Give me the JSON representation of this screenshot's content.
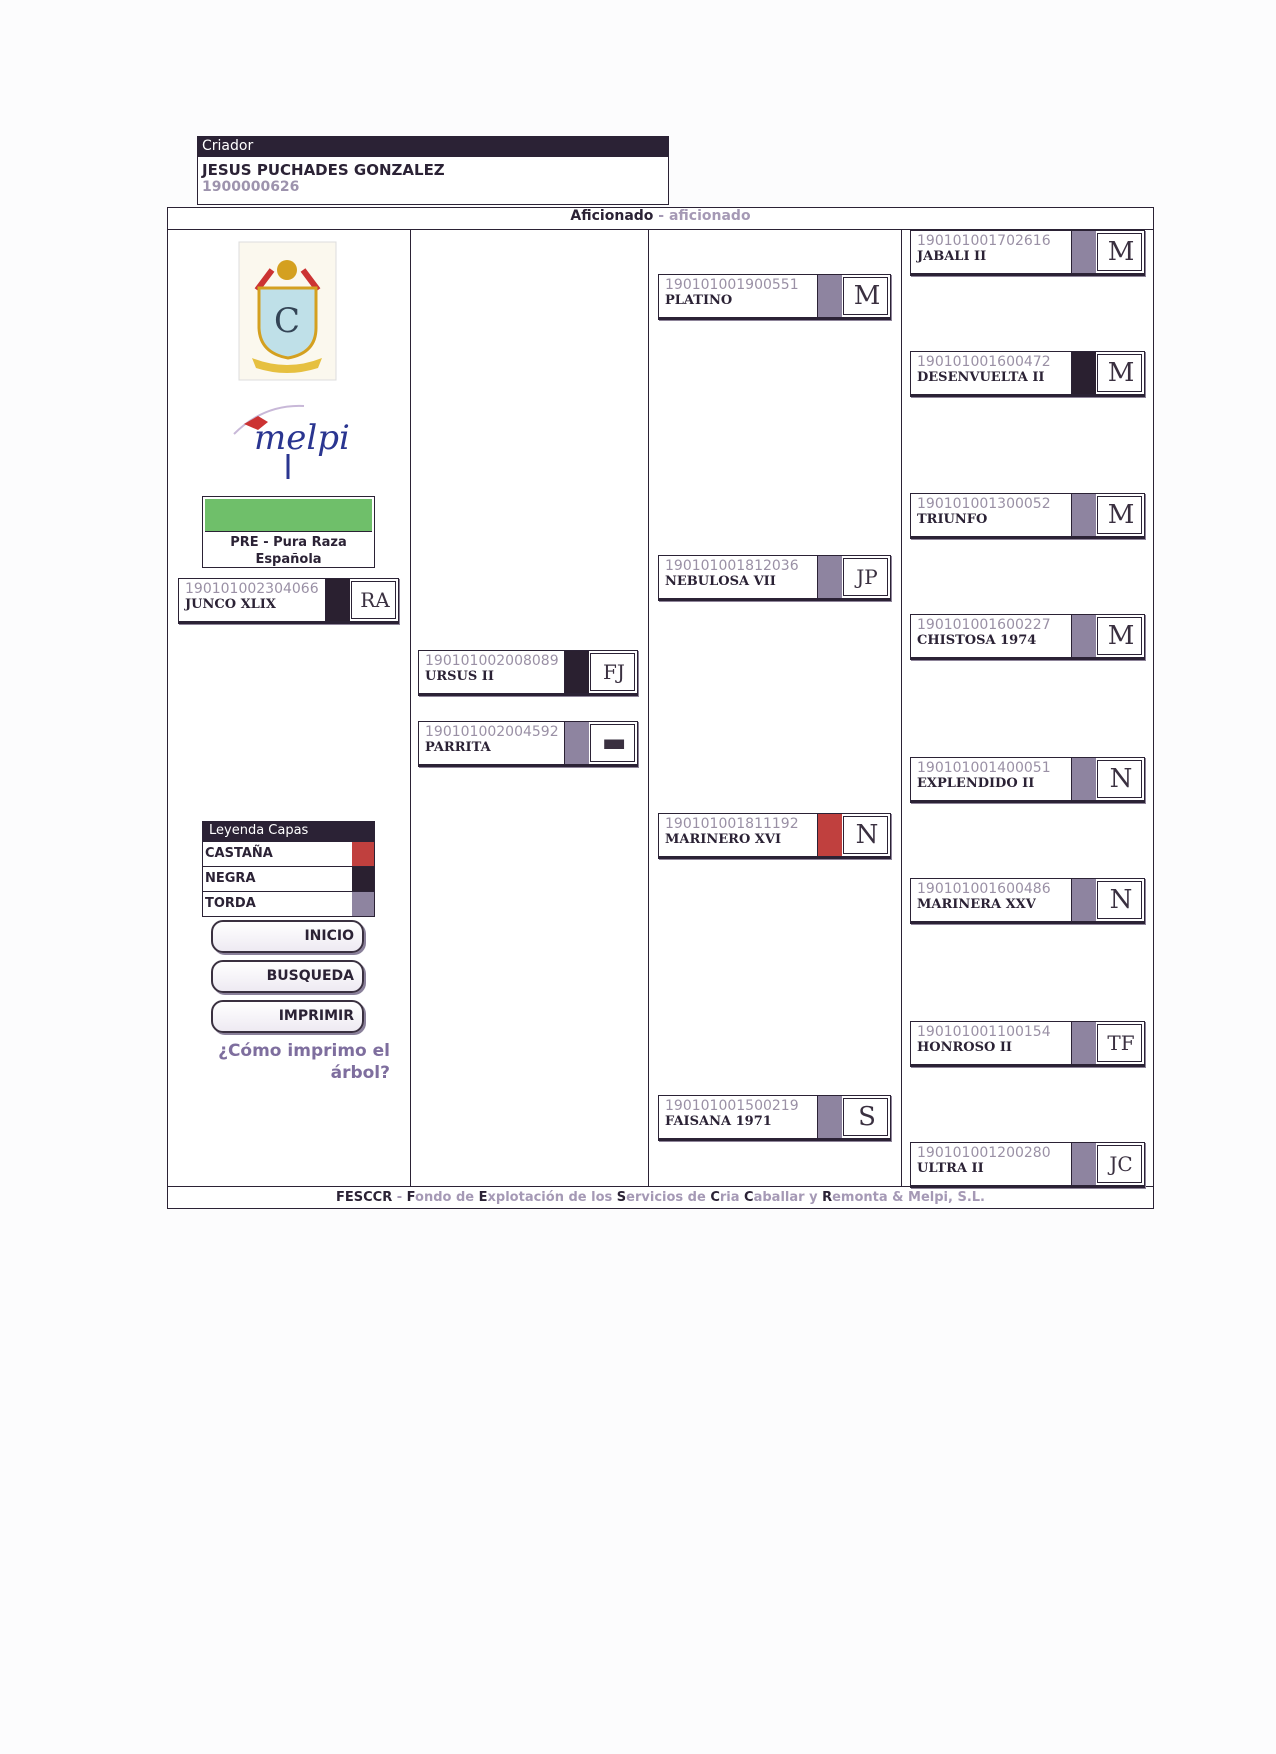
{
  "breeder": {
    "label": "Criador",
    "name": "JESUS PUCHADES GONZALEZ",
    "number": "1900000626"
  },
  "header": {
    "title": "Aficionado",
    "separator": " - ",
    "subtitle": "aficionado"
  },
  "breed": {
    "color": "#6fbf6a",
    "label": "PRE - Pura Raza Española"
  },
  "legend": {
    "title": "Leyenda Capas",
    "items": [
      {
        "label": "CASTAÑA",
        "color": "#c0403e"
      },
      {
        "label": "NEGRA",
        "color": "#2a2030"
      },
      {
        "label": "TORDA",
        "color": "#8e84a0"
      }
    ]
  },
  "buttons": {
    "home": "INICIO",
    "search": "BUSQUEDA",
    "print": "IMPRIMIR"
  },
  "help_link": "¿Cómo imprimo el árbol?",
  "footer": [
    {
      "t": "FESCCR",
      "b": 1
    },
    {
      "t": " - ",
      "b": 0
    },
    {
      "t": "F",
      "b": 1
    },
    {
      "t": "ondo de ",
      "b": 0
    },
    {
      "t": "E",
      "b": 1
    },
    {
      "t": "xplotación de los ",
      "b": 0
    },
    {
      "t": "S",
      "b": 1
    },
    {
      "t": "ervicios de ",
      "b": 0
    },
    {
      "t": "C",
      "b": 1
    },
    {
      "t": "ria ",
      "b": 0
    },
    {
      "t": "C",
      "b": 1
    },
    {
      "t": "aballar y ",
      "b": 0
    },
    {
      "t": "R",
      "b": 1
    },
    {
      "t": "emonta & Melpi, S.L.",
      "b": 0
    }
  ],
  "horses": [
    {
      "id": "190101002304066",
      "name": "JUNCO XLIX",
      "coat": "NEGRA",
      "brand": "RA"
    },
    {
      "id": "190101002008089",
      "name": "URSUS II",
      "coat": "NEGRA",
      "brand": "FJ"
    },
    {
      "id": "190101002004592",
      "name": "PARRITA",
      "coat": "TORDA",
      "brand": "▬"
    },
    {
      "id": "190101001900551",
      "name": "PLATINO",
      "coat": "TORDA",
      "brand": "M"
    },
    {
      "id": "190101001812036",
      "name": "NEBULOSA VII",
      "coat": "TORDA",
      "brand": "JP"
    },
    {
      "id": "190101001811192",
      "name": "MARINERO XVI",
      "coat": "CASTAÑA",
      "brand": "N"
    },
    {
      "id": "190101001500219",
      "name": "FAISANA 1971",
      "coat": "TORDA",
      "brand": "S"
    },
    {
      "id": "190101001702616",
      "name": "JABALI II",
      "coat": "TORDA",
      "brand": "M"
    },
    {
      "id": "190101001600472",
      "name": "DESENVUELTA II",
      "coat": "NEGRA",
      "brand": "M"
    },
    {
      "id": "190101001300052",
      "name": "TRIUNFO",
      "coat": "TORDA",
      "brand": "M"
    },
    {
      "id": "190101001600227",
      "name": "CHISTOSA 1974",
      "coat": "TORDA",
      "brand": "M"
    },
    {
      "id": "190101001400051",
      "name": "EXPLENDIDO II",
      "coat": "TORDA",
      "brand": "N"
    },
    {
      "id": "190101001600486",
      "name": "MARINERA XXV",
      "coat": "TORDA",
      "brand": "N"
    },
    {
      "id": "190101001100154",
      "name": "HONROSO II",
      "coat": "TORDA",
      "brand": "TF"
    },
    {
      "id": "190101001200280",
      "name": "ULTRA II",
      "coat": "TORDA",
      "brand": "JC"
    }
  ]
}
